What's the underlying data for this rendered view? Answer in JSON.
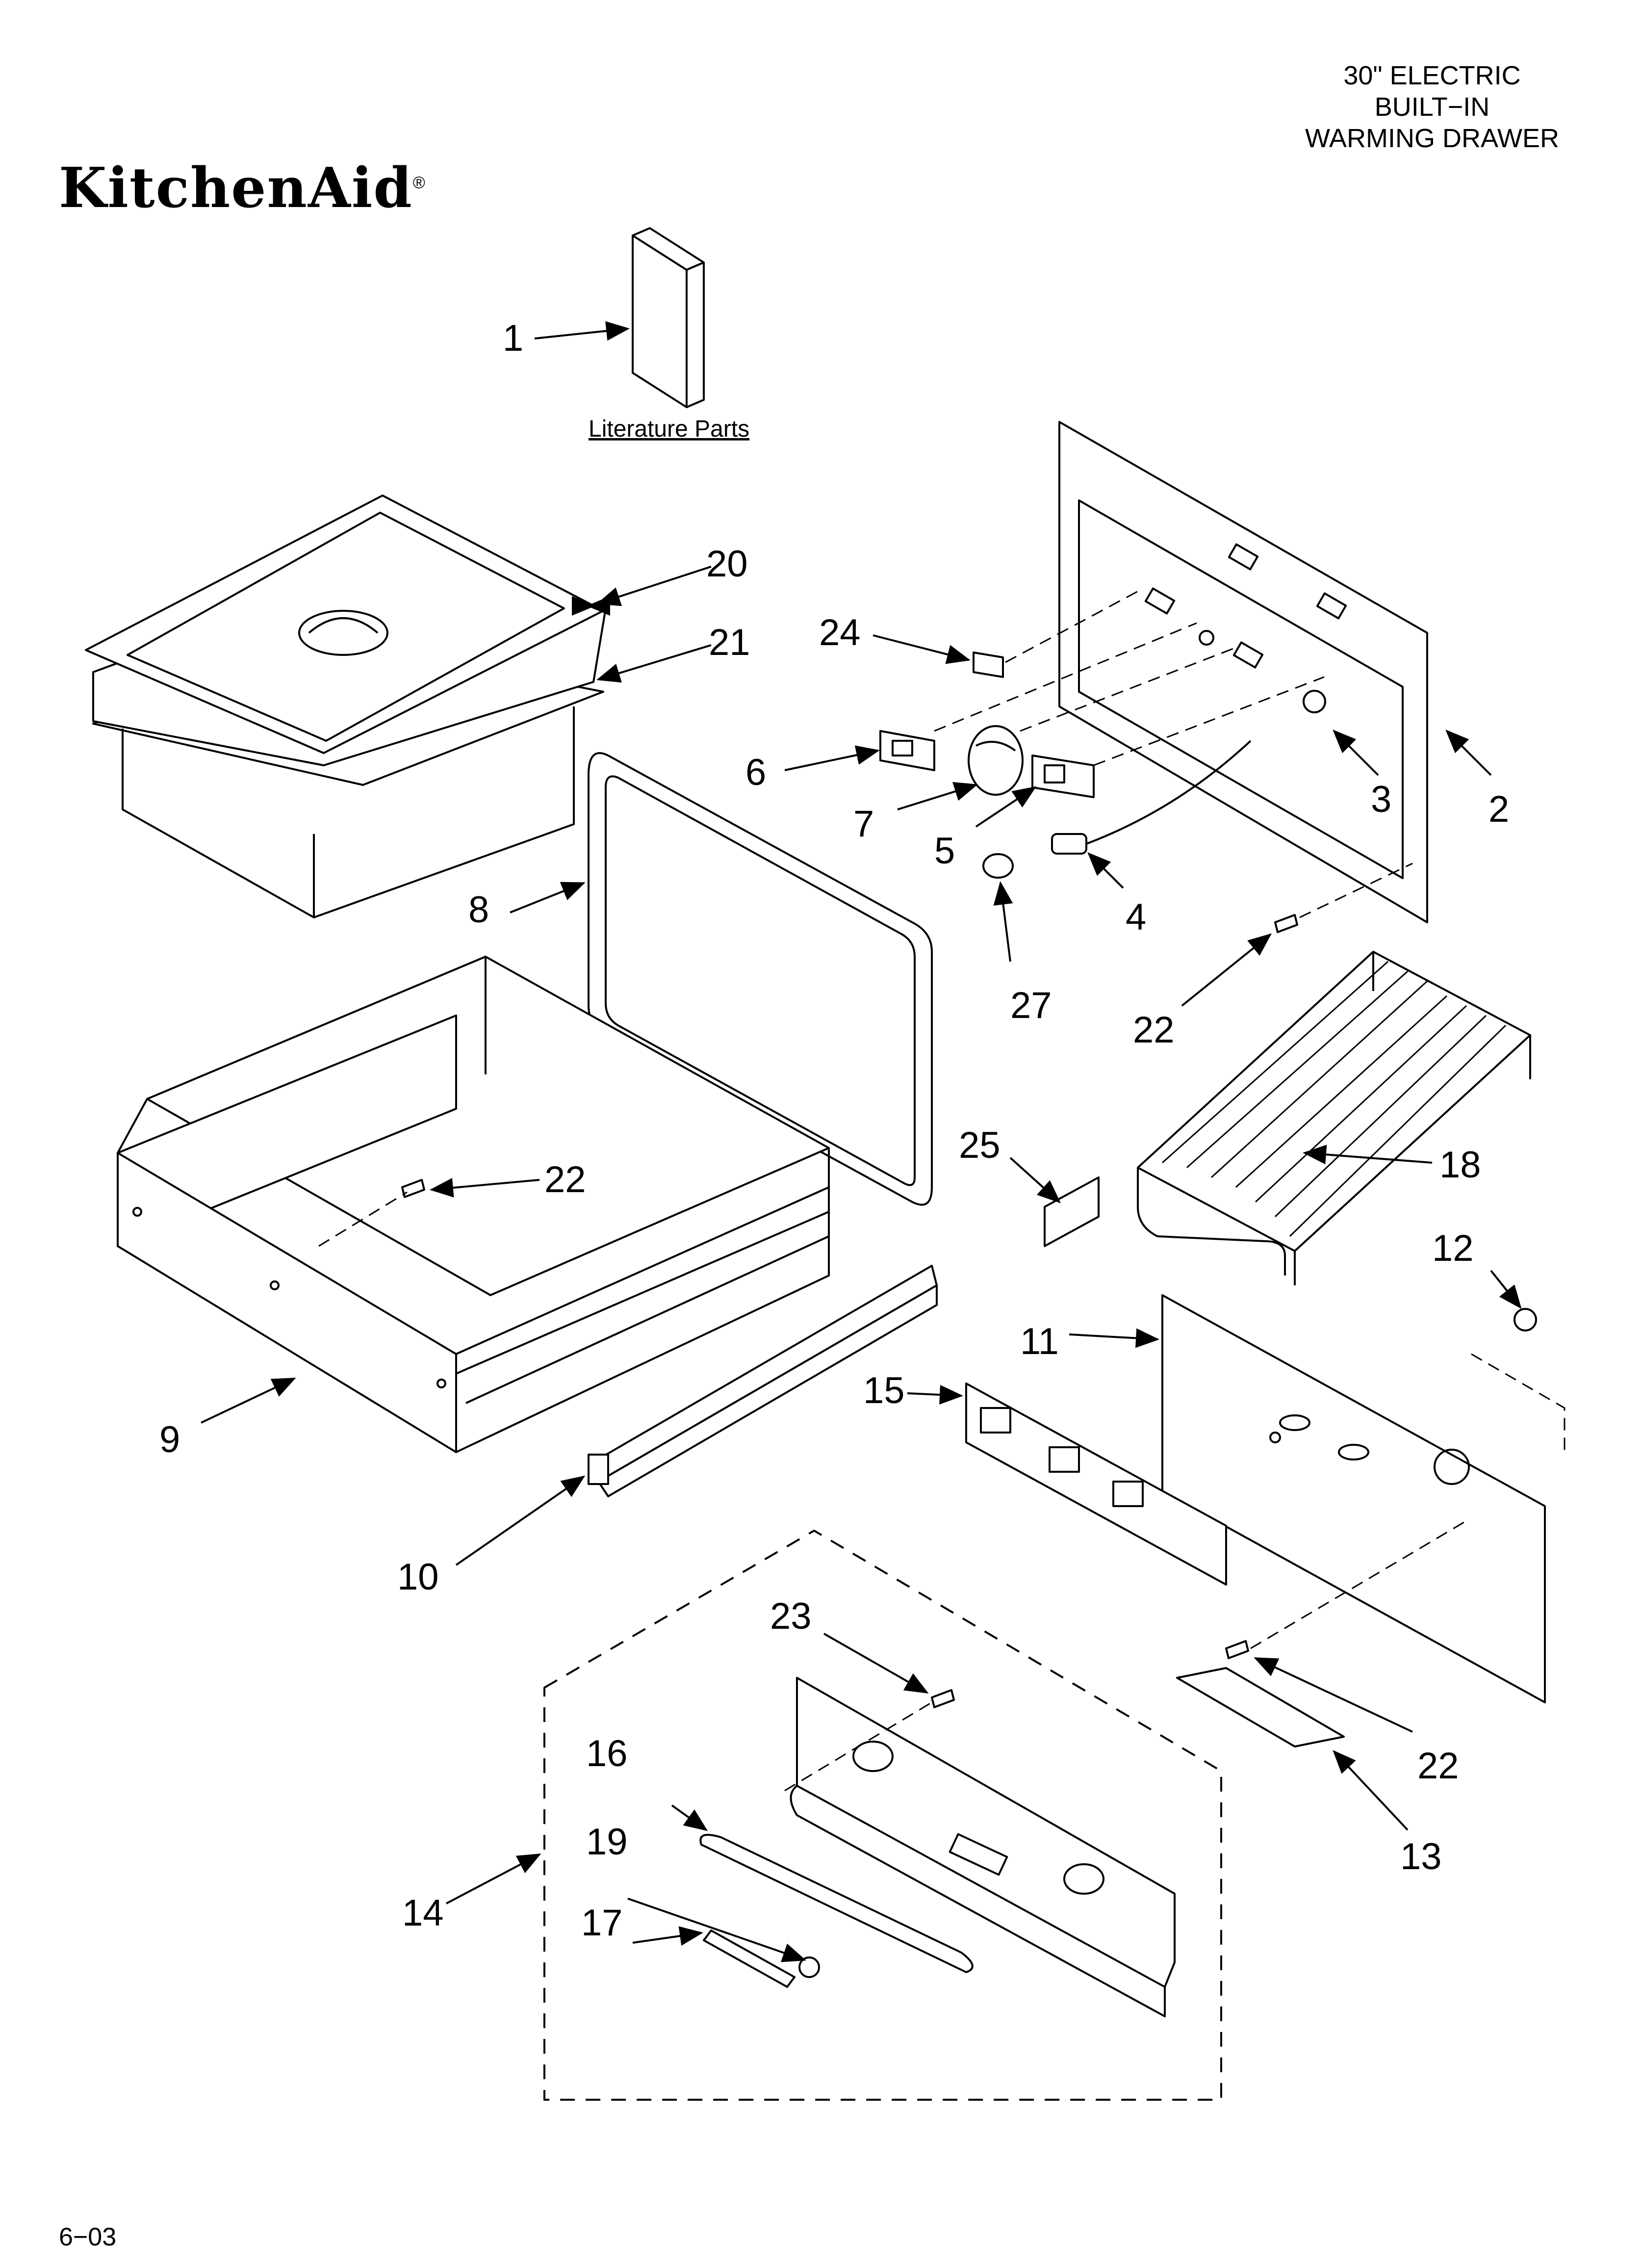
{
  "header": {
    "line1": "30\" ELECTRIC",
    "line2": "BUILT−IN",
    "line3": "WARMING DRAWER"
  },
  "brand": {
    "name": "KitchenAid",
    "mark": "®"
  },
  "footer": {
    "code": "6−03"
  },
  "literature_label": "Literature Parts",
  "callouts": {
    "c1": "1",
    "c2": "2",
    "c3": "3",
    "c4": "4",
    "c5": "5",
    "c6": "6",
    "c7": "7",
    "c8": "8",
    "c9": "9",
    "c10": "10",
    "c11": "11",
    "c12": "12",
    "c13": "13",
    "c14": "14",
    "c15": "15",
    "c16": "16",
    "c17": "17",
    "c18": "18",
    "c19": "19",
    "c20": "20",
    "c21": "21",
    "c22a": "22",
    "c22b": "22",
    "c22c": "22",
    "c23": "23",
    "c24": "24",
    "c25": "25",
    "c27": "27"
  }
}
